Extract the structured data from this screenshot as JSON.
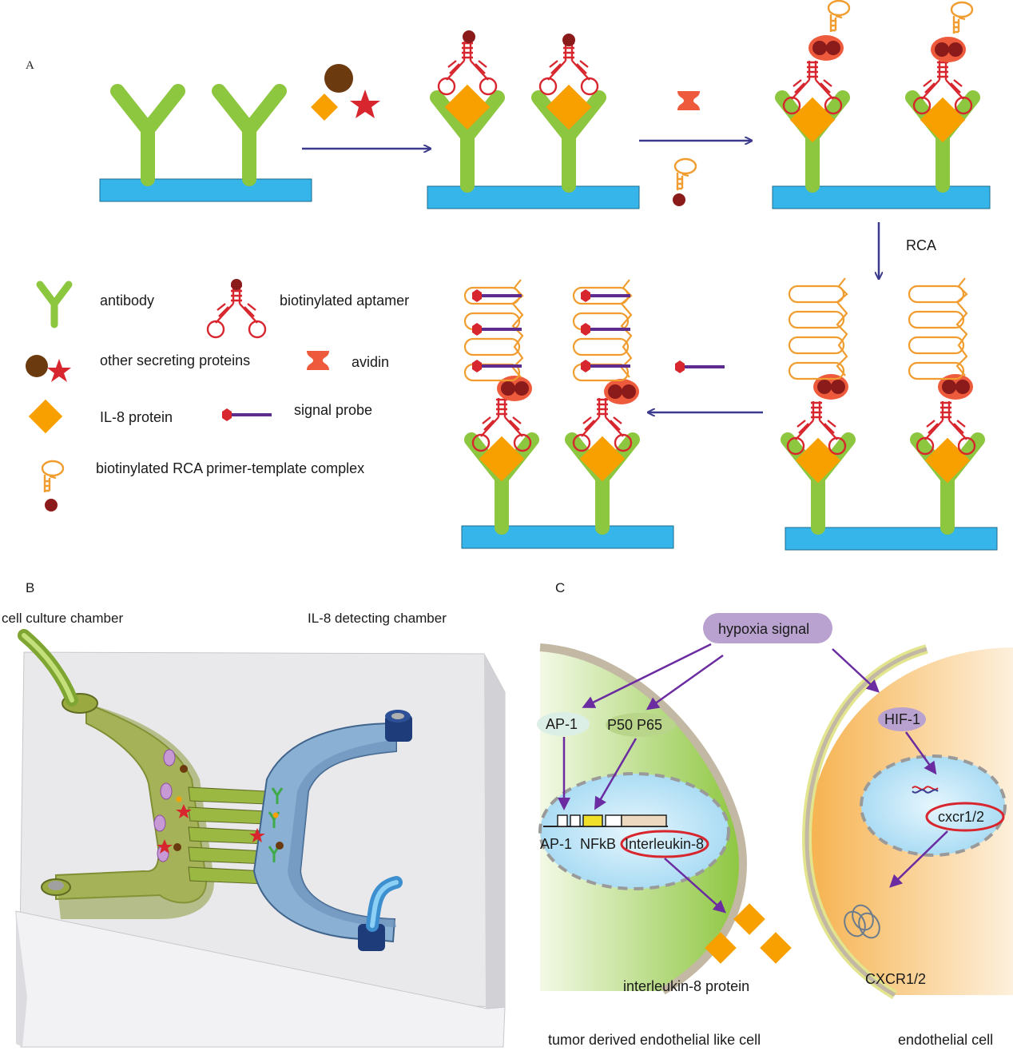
{
  "panels": {
    "a": "A",
    "b": "B",
    "c": "C"
  },
  "panel_a": {
    "rca_label": "RCA",
    "legend": {
      "antibody": "antibody",
      "aptamer": "biotinylated  aptamer",
      "other_proteins": "other  secreting proteins",
      "avidin": "avidin",
      "il8": "IL-8  protein",
      "signal_probe": "signal probe",
      "rca_complex": "biotinylated RCA  primer-template complex"
    }
  },
  "panel_b": {
    "culture_chamber": "cell culture chamber",
    "detect_chamber": "IL-8 detecting chamber"
  },
  "panel_c": {
    "hypoxia": "hypoxia signal",
    "ap1": "AP-1",
    "p50p65": "P50  P65",
    "gene_ap1": "AP-1",
    "gene_nfkb": "NFkB",
    "gene_il8": "Interleukin-8",
    "hif1": "HIF-1",
    "cxcr_gene": "cxcr1/2",
    "il8_protein": "interleukin-8 protein",
    "cxcr_receptor": "CXCR1/2",
    "tumor_cell": "tumor derived endothelial like cell",
    "endo_cell": "endothelial cell"
  },
  "colors": {
    "antibody": "#8dc63f",
    "substrate": "#35b5ea",
    "il8": "#f7a000",
    "aptamer": "#d7262e",
    "biotin": "#8b1a1a",
    "avidin": "#ee5a3c",
    "rca": "#f19c2e",
    "probe": "#5e2b8f",
    "arrow": "#3b3a8c",
    "purple_arrow": "#6a2ca0"
  }
}
